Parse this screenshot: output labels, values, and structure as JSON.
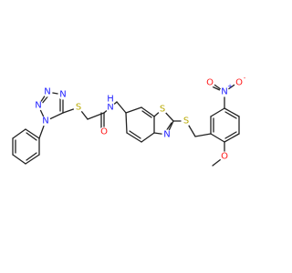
{
  "colors": {
    "bond": "#222222",
    "N": "#2020ff",
    "O": "#ff1a1a",
    "S": "#b8a800",
    "background": "#ffffff"
  },
  "atoms": [
    {
      "id": "n_tz1",
      "symbol": "N",
      "element": "N"
    },
    {
      "id": "n_tz2",
      "symbol": "N",
      "element": "N"
    },
    {
      "id": "n_tz3",
      "symbol": "N",
      "element": "N"
    },
    {
      "id": "n_tz4",
      "symbol": "N",
      "element": "N"
    },
    {
      "id": "s_thio",
      "symbol": "S",
      "element": "S"
    },
    {
      "id": "o_amide",
      "symbol": "O",
      "element": "O"
    },
    {
      "id": "n_amide",
      "symbol": "N",
      "element": "N"
    },
    {
      "id": "h_amide",
      "symbol": "H",
      "element": "N"
    },
    {
      "id": "s_btz",
      "symbol": "S",
      "element": "S"
    },
    {
      "id": "n_btz",
      "symbol": "N",
      "element": "N"
    },
    {
      "id": "s_link",
      "symbol": "S",
      "element": "S"
    },
    {
      "id": "n_nitro",
      "symbol": "N",
      "element": "N"
    },
    {
      "id": "o_nitro1",
      "symbol": "O",
      "element": "O"
    },
    {
      "id": "o_nitro2",
      "symbol": "O",
      "element": "O"
    },
    {
      "id": "o_methoxy",
      "symbol": "O",
      "element": "O"
    }
  ],
  "charges": [
    {
      "id": "plus_nitro",
      "text": "+",
      "element": "N"
    },
    {
      "id": "minus_nitro",
      "text": "-",
      "element": "O"
    }
  ]
}
